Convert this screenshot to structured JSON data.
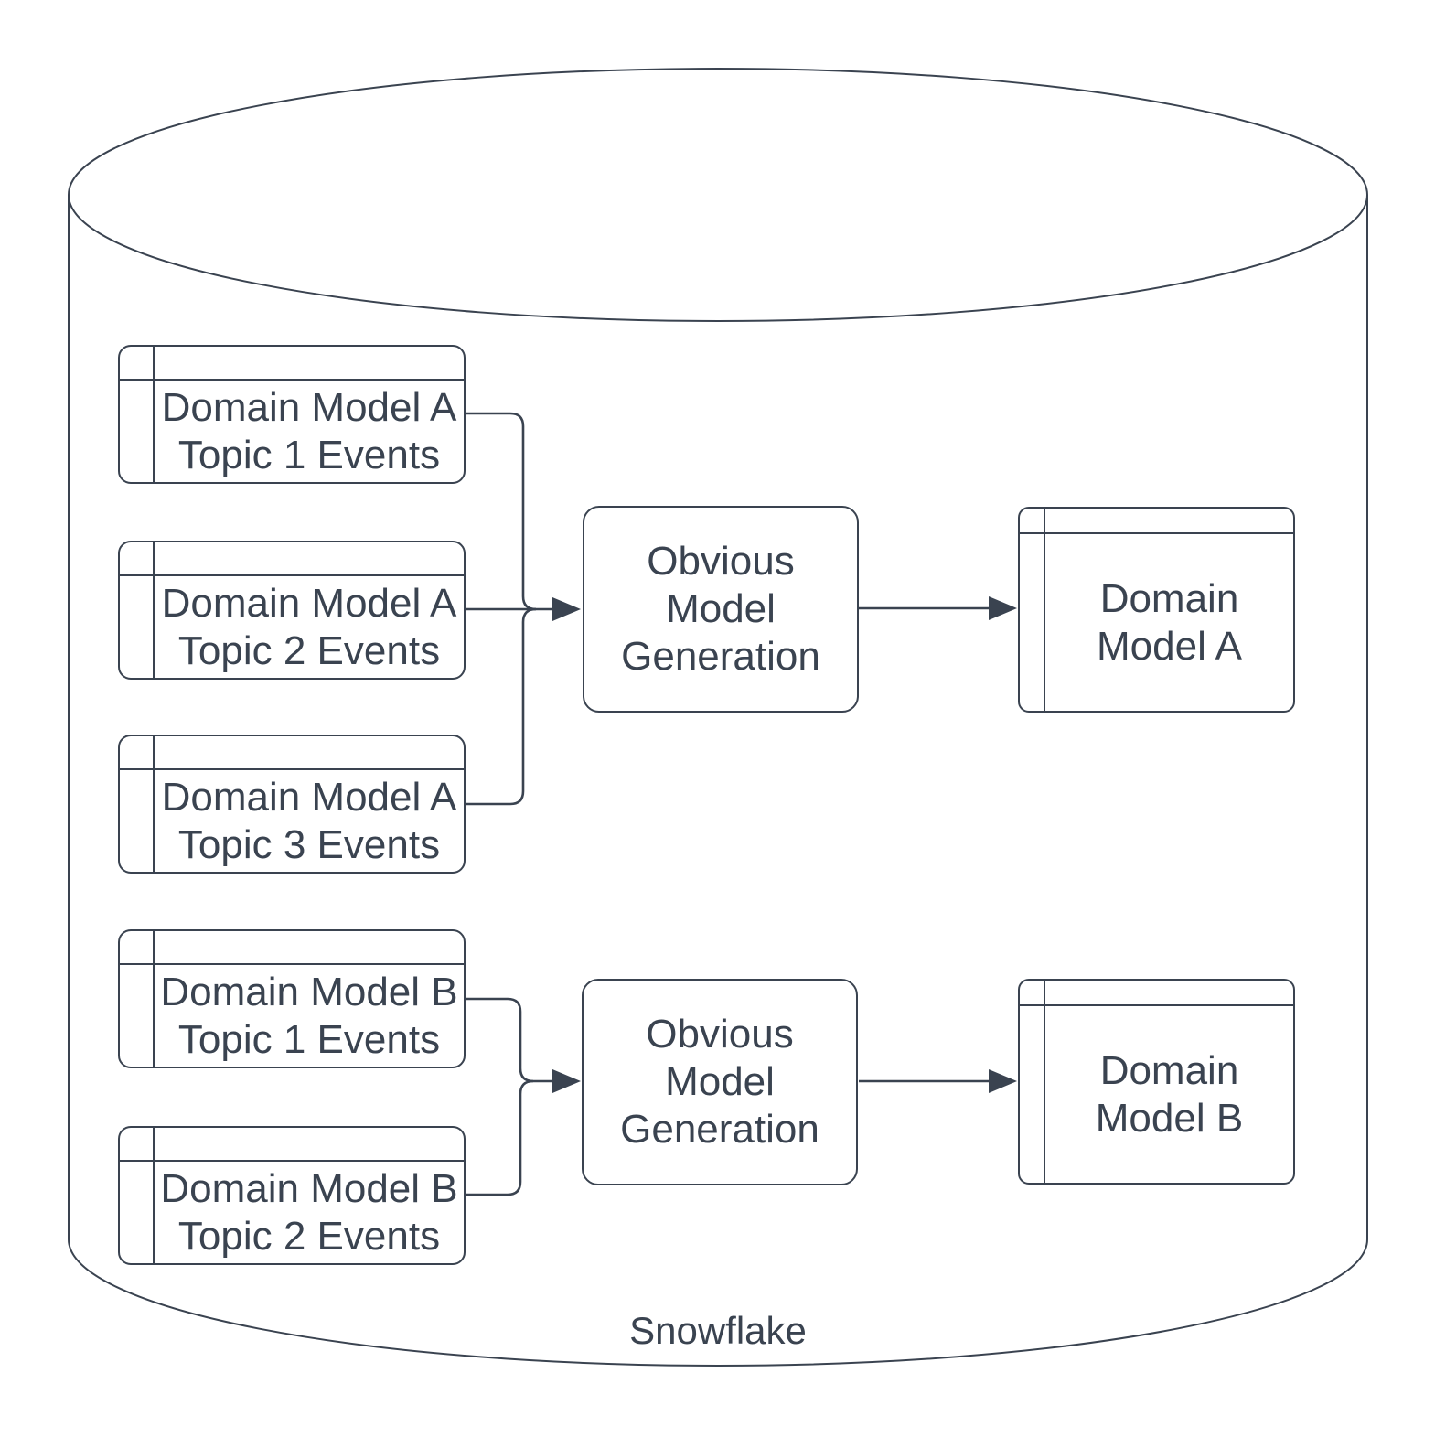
{
  "container": {
    "label": "Snowflake",
    "shape": "cylinder-database"
  },
  "nodes": {
    "a_topic1": {
      "lines": [
        "Domain Model A",
        "Topic 1 Events"
      ]
    },
    "a_topic2": {
      "lines": [
        "Domain Model A",
        "Topic 2 Events"
      ]
    },
    "a_topic3": {
      "lines": [
        "Domain Model A",
        "Topic 3 Events"
      ]
    },
    "b_topic1": {
      "lines": [
        "Domain Model B",
        "Topic 1 Events"
      ]
    },
    "b_topic2": {
      "lines": [
        "Domain Model B",
        "Topic 2 Events"
      ]
    },
    "generation_a": {
      "lines": [
        "Obvious",
        "Model",
        "Generation"
      ]
    },
    "generation_b": {
      "lines": [
        "Obvious",
        "Model",
        "Generation"
      ]
    },
    "model_a": {
      "lines": [
        "Domain",
        "Model A"
      ]
    },
    "model_b": {
      "lines": [
        "Domain",
        "Model B"
      ]
    }
  },
  "edges": [
    {
      "from": "a_topic1",
      "to": "generation_a"
    },
    {
      "from": "a_topic2",
      "to": "generation_a"
    },
    {
      "from": "a_topic3",
      "to": "generation_a"
    },
    {
      "from": "generation_a",
      "to": "model_a"
    },
    {
      "from": "b_topic1",
      "to": "generation_b"
    },
    {
      "from": "b_topic2",
      "to": "generation_b"
    },
    {
      "from": "generation_b",
      "to": "model_b"
    }
  ],
  "colors": {
    "stroke": "#3a4350",
    "text": "#3a4350",
    "background": "#ffffff"
  }
}
